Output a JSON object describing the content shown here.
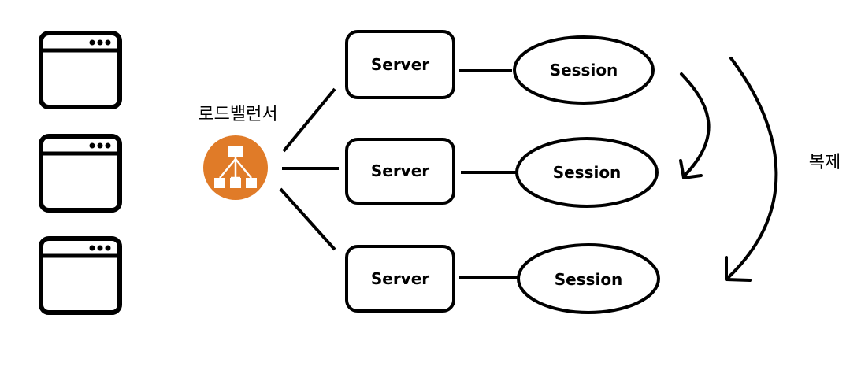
{
  "load_balancer": {
    "label": "로드밸런서",
    "icon": "load-balancer-icon",
    "color": "#E07B28"
  },
  "clients": [
    {
      "icon": "browser-window-icon"
    },
    {
      "icon": "browser-window-icon"
    },
    {
      "icon": "browser-window-icon"
    }
  ],
  "servers": [
    {
      "label": "Server"
    },
    {
      "label": "Server"
    },
    {
      "label": "Server"
    }
  ],
  "sessions": [
    {
      "label": "Session"
    },
    {
      "label": "Session"
    },
    {
      "label": "Session"
    }
  ],
  "replication": {
    "label": "복제"
  }
}
